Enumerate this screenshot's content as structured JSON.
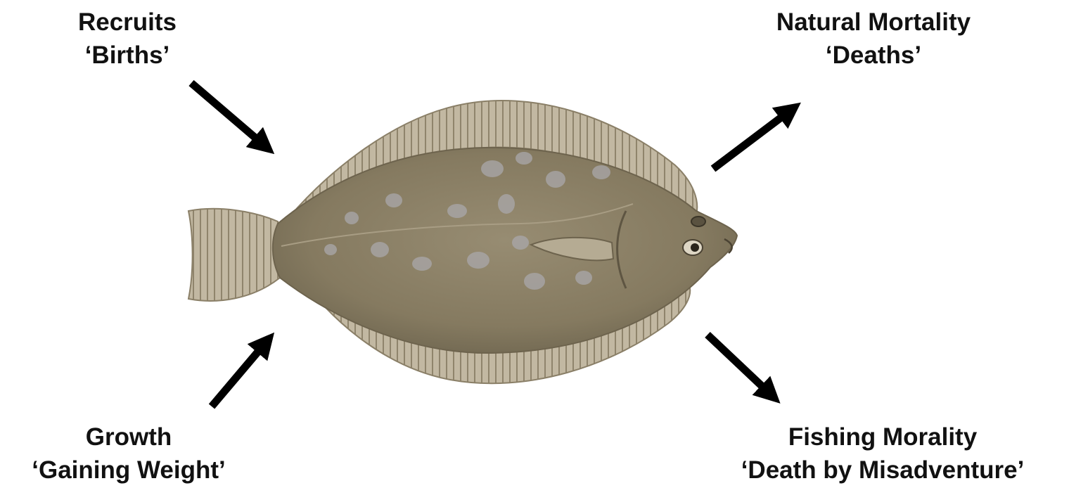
{
  "labels": {
    "recruits": {
      "title": "Recruits",
      "subtitle": "‘Births’"
    },
    "natural_mortality": {
      "title": "Natural Mortality",
      "subtitle": "‘Deaths’"
    },
    "growth": {
      "title": "Growth",
      "subtitle": "‘Gaining Weight’"
    },
    "fishing_mortality": {
      "title": "Fishing Morality",
      "subtitle": "‘Death by Misadventure’"
    }
  },
  "colors": {
    "arrow": "#000000",
    "fish_body": "#8e8368",
    "fish_fin": "#b8ad95",
    "fish_spot": "#aaa8ab",
    "text": "#111111"
  },
  "icons": {
    "fish": "flounder-illustration",
    "arrows": [
      "arrow-in-top-left",
      "arrow-in-bottom-left",
      "arrow-out-top-right",
      "arrow-out-bottom-right"
    ]
  }
}
